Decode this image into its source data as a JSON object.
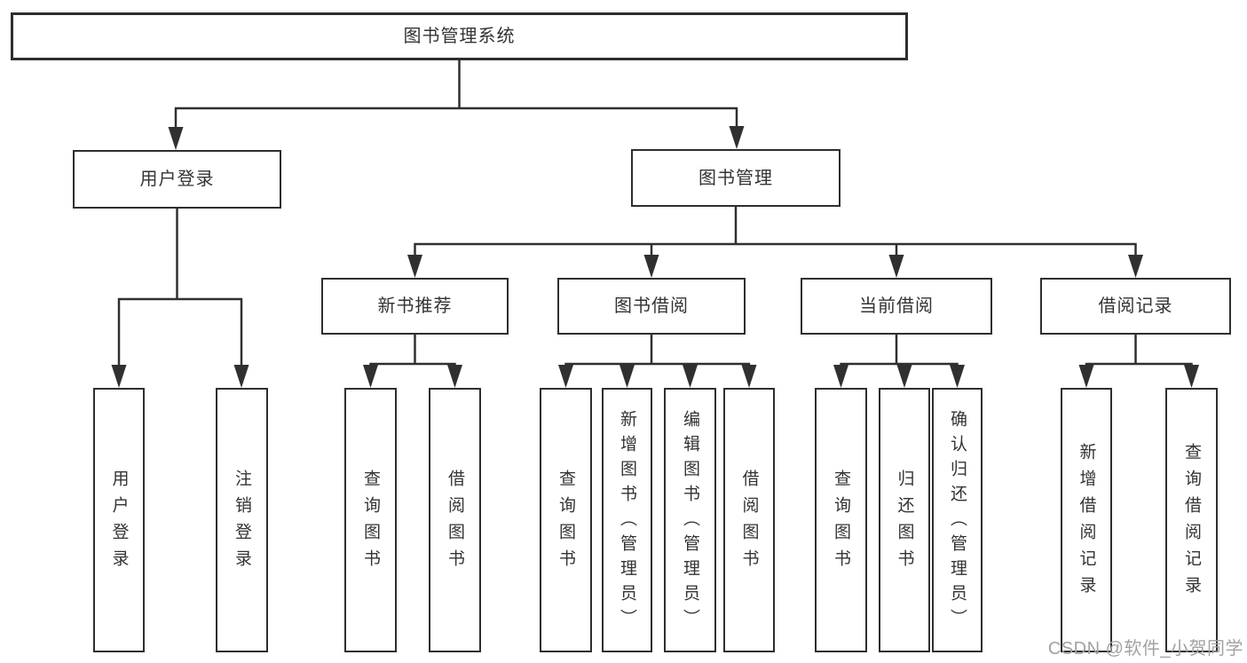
{
  "colors": {
    "line": "#303030",
    "box_border": "#2e2e2e",
    "text": "#333333",
    "background": "#ffffff",
    "watermark": "#a2a2a2"
  },
  "watermark": {
    "text": "CSDN @软件_小贺同学"
  },
  "chart_data_note": "functional decomposition diagram of a library management system",
  "tree": {
    "label": "图书管理系统",
    "children": [
      {
        "label": "用户登录",
        "children": [
          {
            "label": "用户登录"
          },
          {
            "label": "注销登录"
          }
        ]
      },
      {
        "label": "图书管理",
        "children": [
          {
            "label": "新书推荐",
            "children": [
              {
                "label": "查询图书"
              },
              {
                "label": "借阅图书"
              }
            ]
          },
          {
            "label": "图书借阅",
            "children": [
              {
                "label": "查询图书"
              },
              {
                "label": "新增图书（管理员）"
              },
              {
                "label": "编辑图书（管理员）"
              },
              {
                "label": "借阅图书"
              }
            ]
          },
          {
            "label": "当前借阅",
            "children": [
              {
                "label": "查询图书"
              },
              {
                "label": "归还图书"
              },
              {
                "label": "确认归还（管理员）"
              }
            ]
          },
          {
            "label": "借阅记录",
            "children": [
              {
                "label": "新增借阅记录"
              },
              {
                "label": "查询借阅记录"
              }
            ]
          }
        ]
      }
    ]
  }
}
